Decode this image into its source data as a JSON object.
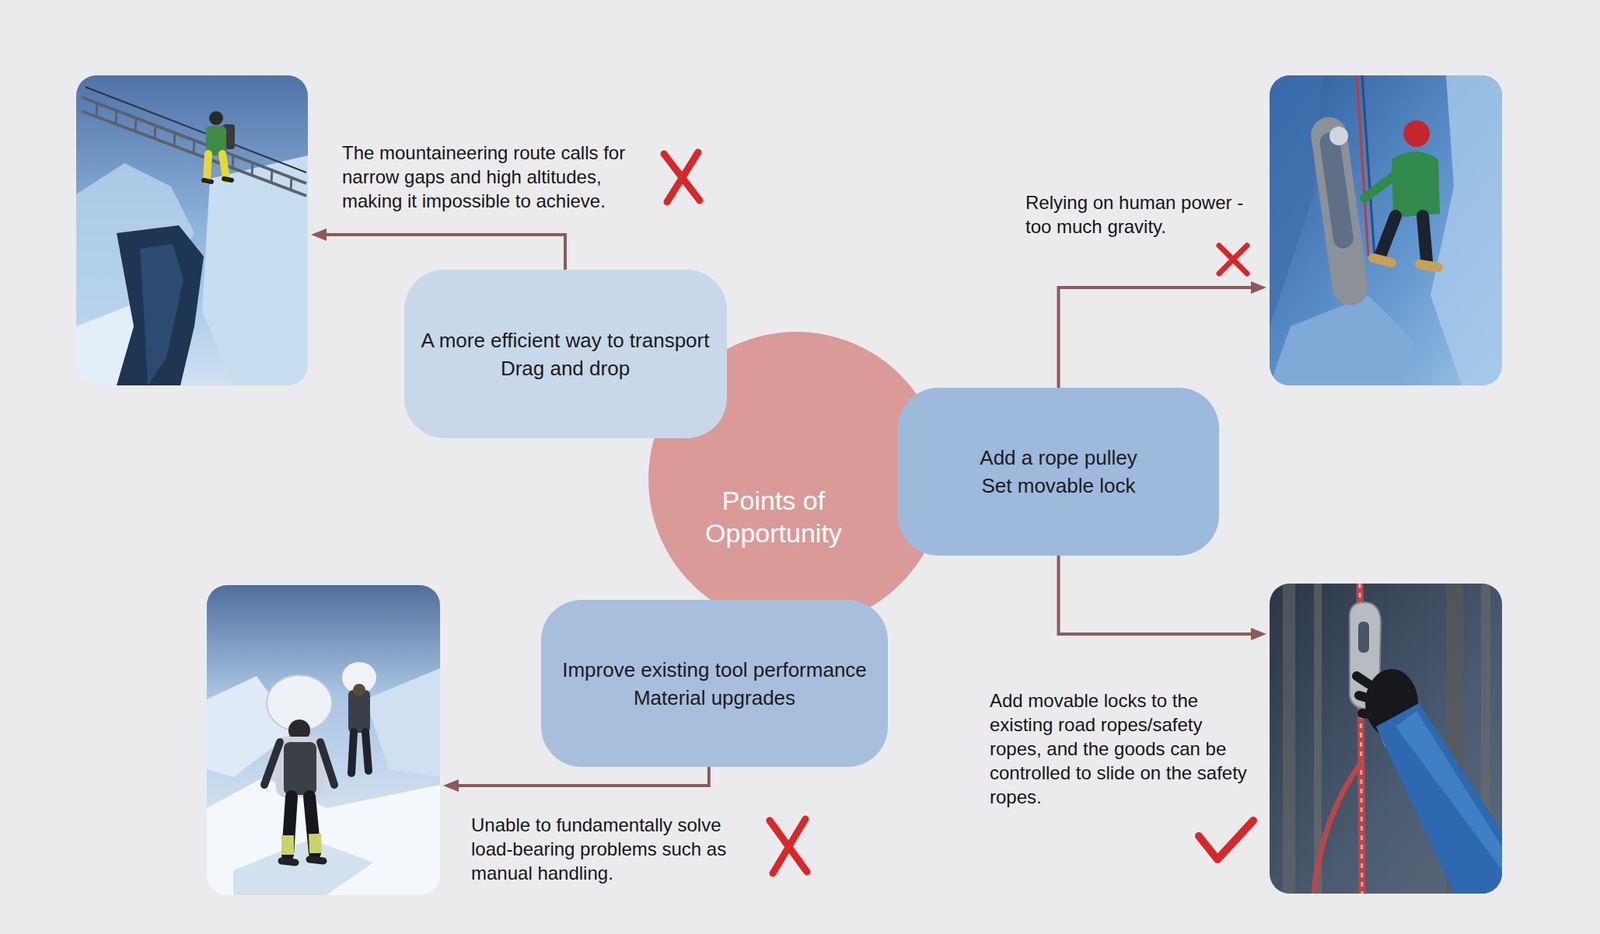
{
  "diagram": {
    "nodes": [
      {
        "text": [
          "Points of Opportunity"
        ]
      },
      {
        "text": [
          "A more efficient way to transport",
          "Drag and drop"
        ]
      },
      {
        "text": [
          "Add a rope pulley",
          "Set movable lock"
        ]
      },
      {
        "text": [
          "Improve existing tool performance",
          "Material upgrades"
        ]
      },
      {
        "text": [
          "The mountaineering route calls for narrow gaps and high altitudes, making it impossible to achieve."
        ]
      },
      {
        "text": [
          "Relying on human power - too much gravity."
        ]
      },
      {
        "text": [
          "Add movable locks to the existing road ropes/safety ropes, and the goods can be controlled to slide on the safety ropes."
        ]
      },
      {
        "text": [
          "Unable to fundamentally solve load-bearing problems such as manual handling."
        ]
      }
    ],
    "edges": [
      {
        "from": 1,
        "to": 4,
        "arrow": "to"
      },
      {
        "from": 2,
        "to": 5,
        "arrow": "to"
      },
      {
        "from": 2,
        "to": 6,
        "arrow": "to"
      },
      {
        "from": 3,
        "to": 7,
        "arrow": "to"
      }
    ]
  }
}
